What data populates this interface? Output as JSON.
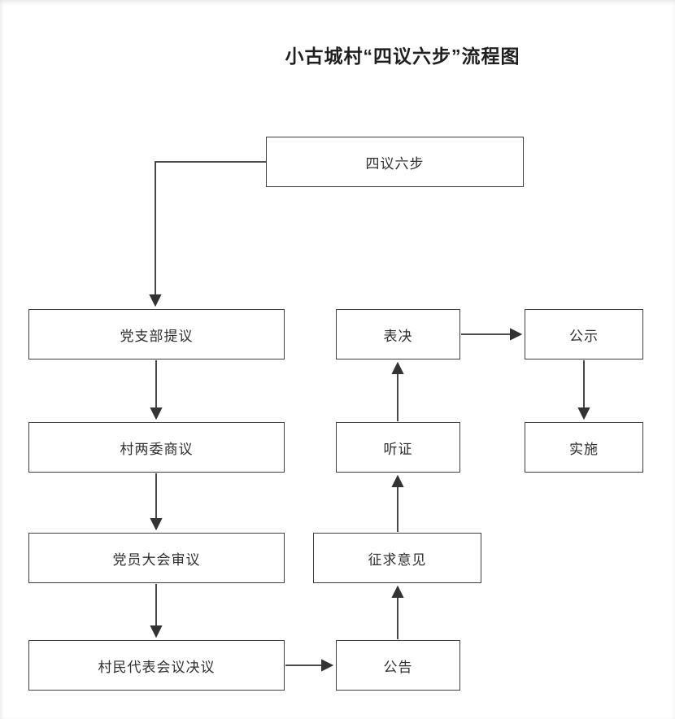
{
  "title": "小古城村“四议六步”流程图",
  "diagram": {
    "nodes": [
      {
        "id": "root",
        "label": "四议六步"
      },
      {
        "id": "propose",
        "label": "党支部提议"
      },
      {
        "id": "discuss",
        "label": "村两委商议"
      },
      {
        "id": "review",
        "label": "党员大会审议"
      },
      {
        "id": "resolution",
        "label": "村民代表会议决议"
      },
      {
        "id": "announce",
        "label": "公告"
      },
      {
        "id": "solicit",
        "label": "征求意见"
      },
      {
        "id": "hearing",
        "label": "听证"
      },
      {
        "id": "vote",
        "label": "表决"
      },
      {
        "id": "publicity",
        "label": "公示"
      },
      {
        "id": "implement",
        "label": "实施"
      }
    ],
    "edges": [
      {
        "from": "四议六步",
        "to": "党支部提议"
      },
      {
        "from": "党支部提议",
        "to": "村两委商议"
      },
      {
        "from": "村两委商议",
        "to": "党员大会审议"
      },
      {
        "from": "党员大会审议",
        "to": "村民代表会议决议"
      },
      {
        "from": "村民代表会议决议",
        "to": "公告"
      },
      {
        "from": "公告",
        "to": "征求意见"
      },
      {
        "from": "征求意见",
        "to": "听证"
      },
      {
        "from": "听证",
        "to": "表决"
      },
      {
        "from": "表决",
        "to": "公示"
      },
      {
        "from": "公示",
        "to": "实施"
      }
    ],
    "colors": {
      "background": "#ffffff",
      "box_border": "#3f3f3f",
      "text": "#2f2f2f",
      "arrow": "#333333"
    }
  }
}
